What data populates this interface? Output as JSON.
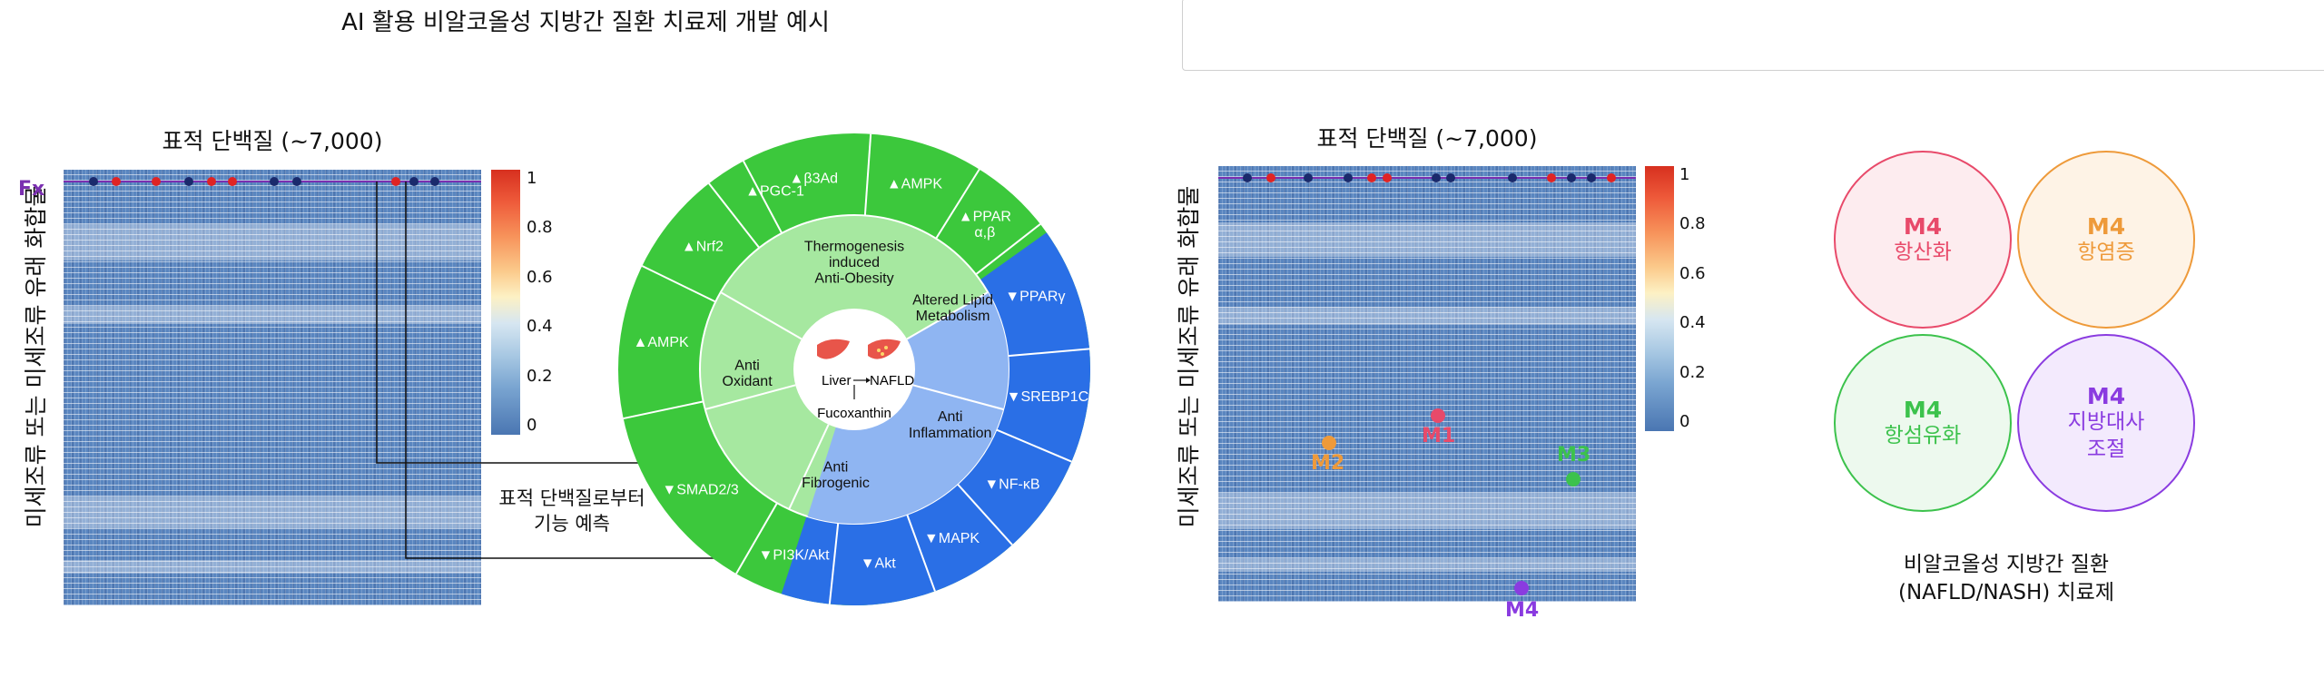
{
  "title": "AI 활용 비알코올성 지방간 질환 치료제 개발 예시",
  "left_panel": {
    "heatmap_title": "표적 단백질 (~7,000)",
    "y_label": "미세조류 또는 미세조류 유래 화합물",
    "fx_label": "Fx",
    "colorbar_ticks": [
      "1",
      "0.8",
      "0.6",
      "0.4",
      "0.2",
      "0"
    ],
    "annotation": "표적 단백질로부터\n기능 예측"
  },
  "wheel": {
    "center": {
      "liver": "Liver",
      "nafld": "NAFLD",
      "compound": "Fucoxanthin"
    },
    "inner_segments": [
      "Thermogenesis\ninduced\nAnti-Obesity",
      "Altered Lipid\nMetabolism",
      "Anti\nInflammation",
      "Anti\nFibrogenic",
      "Anti\nOxidant"
    ],
    "outer_segments": [
      "▲β3Ad",
      "▲AMPK",
      "▲PPAR\nα,β",
      "▼PPARγ",
      "▼SREBP1C",
      "▼NF-κB",
      "▼MAPK",
      "▼Akt",
      "▼PI3K/Akt",
      "▼SMAD2/3",
      "▲AMPK",
      "▲Nrf2",
      "▲PGC-1"
    ]
  },
  "right_panel": {
    "heatmap_title": "표적 단백질 (~7,000)",
    "y_label": "미세조류 또는 미세조류 유래 화합물",
    "colorbar_ticks": [
      "1",
      "0.8",
      "0.6",
      "0.4",
      "0.2",
      "0"
    ],
    "points": [
      "M1",
      "M2",
      "M3",
      "M4"
    ]
  },
  "modules": [
    {
      "title": "M4",
      "subtitle": "항산화",
      "color": "#e84a6a",
      "fill": "#fdecef"
    },
    {
      "title": "M4",
      "subtitle": "항염증",
      "color": "#ee9a3a",
      "fill": "#fef3e6"
    },
    {
      "title": "M4",
      "subtitle": "항섬유화",
      "color": "#3cc24c",
      "fill": "#edf9ee"
    },
    {
      "title": "M4",
      "subtitle": "지방대사\n조절",
      "color": "#8a3be0",
      "fill": "#f3eafd"
    }
  ],
  "caption": "비알코올성 지방간 질환\n(NAFLD/NASH) 치료제",
  "colors": {
    "green": "#3cc83c",
    "light_green": "#a6e8a0",
    "blue": "#2a6fe6",
    "light_blue": "#8fb5f2"
  }
}
